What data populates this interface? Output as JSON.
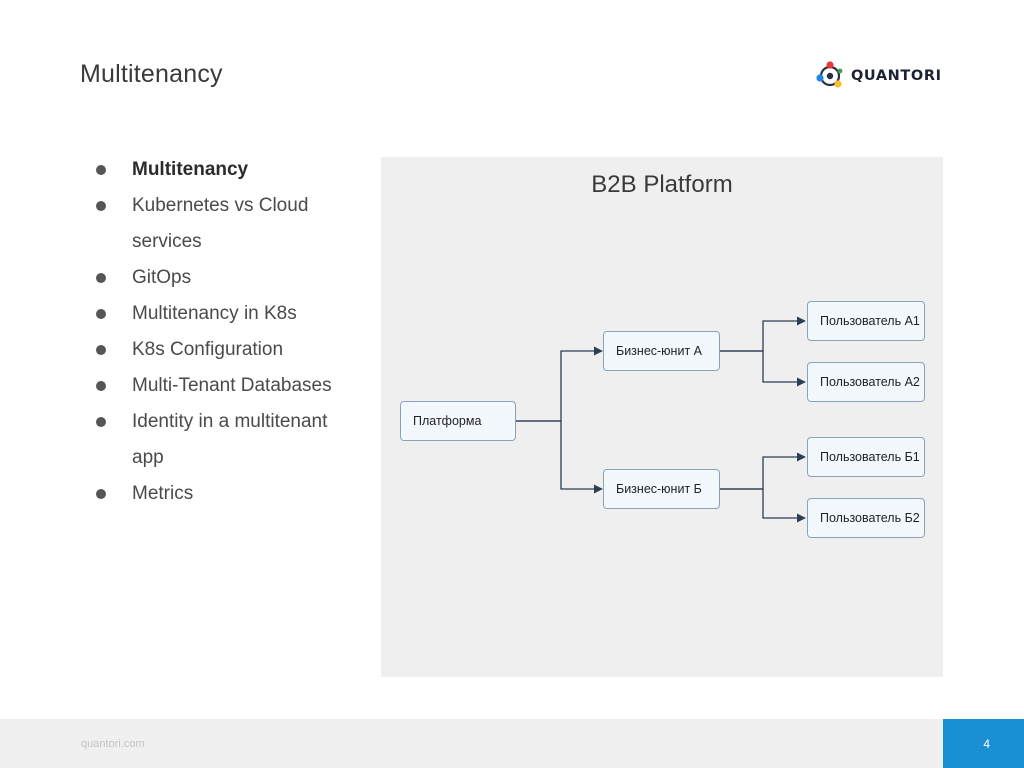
{
  "slide": {
    "title": "Multitenancy"
  },
  "logo": {
    "text": "QUANTORI"
  },
  "bullets": [
    "Multitenancy",
    "Kubernetes vs Cloud services",
    "GitOps",
    "Multitenancy in K8s",
    "K8s Configuration",
    "Multi-Tenant Databases",
    "Identity in a multitenant app",
    "Metrics"
  ],
  "diagram": {
    "title": "B2B Platform",
    "nodes": {
      "platform": "Платформа",
      "unit_a": "Бизнес-юнит А",
      "unit_b": "Бизнес-юнит Б",
      "user_a1": "Пользователь А1",
      "user_a2": "Пользователь А2",
      "user_b1": "Пользователь Б1",
      "user_b2": "Пользователь Б2"
    },
    "colors": {
      "edge": "#2d3e55",
      "node_border": "#8aa3bd",
      "node_fill": "#f3f8fd",
      "background": "#efefef"
    }
  },
  "footer": {
    "url": "quantori.com",
    "page_number": "4"
  },
  "colors": {
    "accent": "#1a8fd1"
  }
}
